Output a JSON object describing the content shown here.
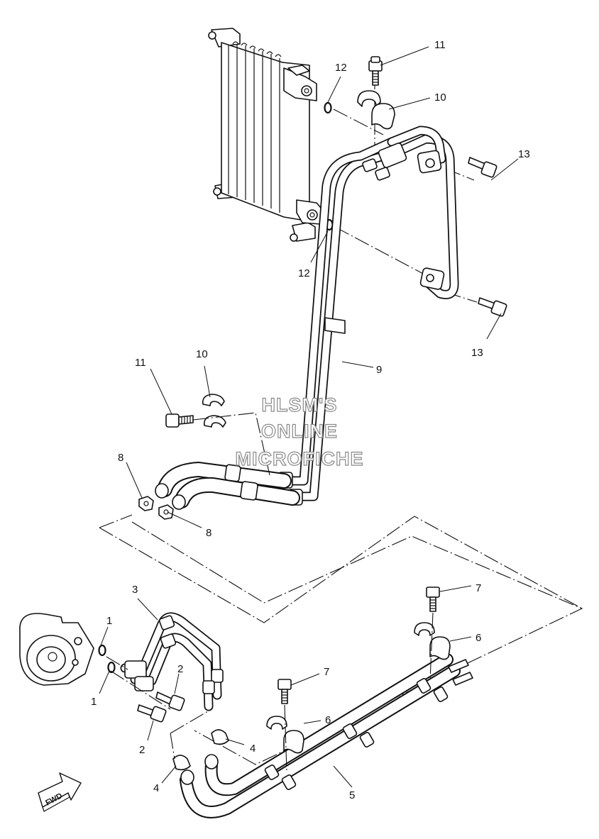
{
  "callouts": {
    "c1a": "1",
    "c1b": "1",
    "c2a": "2",
    "c2b": "2",
    "c3": "3",
    "c4a": "4",
    "c4b": "4",
    "c5": "5",
    "c6a": "6",
    "c6b": "6",
    "c7a": "7",
    "c7b": "7",
    "c8a": "8",
    "c8b": "8",
    "c9": "9",
    "c10a": "10",
    "c10b": "10",
    "c11a": "11",
    "c11b": "11",
    "c12a": "12",
    "c12b": "12",
    "c13a": "13",
    "c13b": "13"
  },
  "watermark": {
    "line1": "HLSM'S",
    "line2": "ONLINE",
    "line3": "MICROFICHE"
  },
  "fwd_label": "FWD"
}
